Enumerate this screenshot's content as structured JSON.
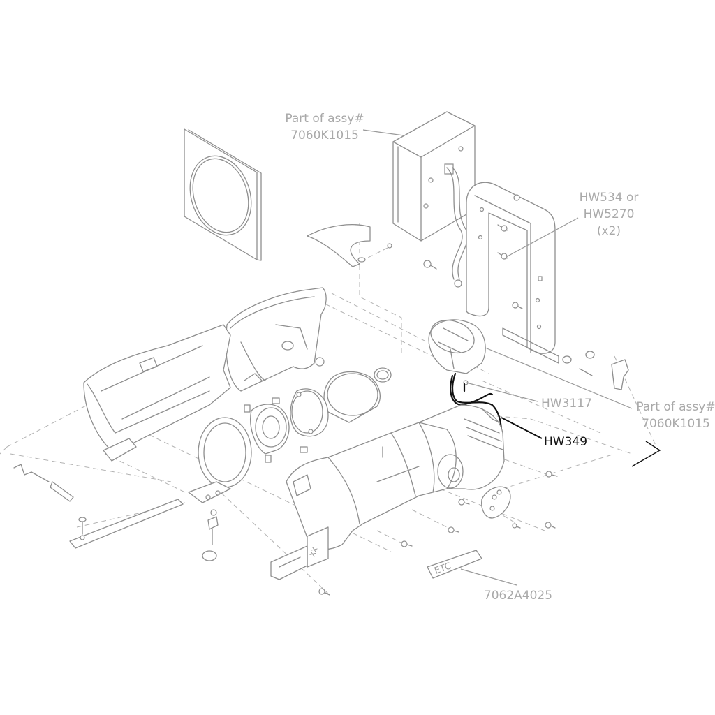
{
  "diagram": {
    "callouts": {
      "top_housing_line1": "Part of assy#",
      "top_housing_line2": "7060K1015",
      "screw_line1": "HW534 or",
      "screw_line2": "HW5270",
      "screw_line3": "(x2)",
      "hw3117": "HW3117",
      "socket_line1": "Part of assy#",
      "socket_line2": "7060K1015",
      "hw349": "HW349",
      "nameplate": "7062A4025",
      "nameplate_logo": "ETC",
      "clip_mark": "XX"
    },
    "colors": {
      "line_art": "#8e8e8e",
      "muted_label": "#a9a9a9",
      "highlight": "#111111"
    }
  }
}
